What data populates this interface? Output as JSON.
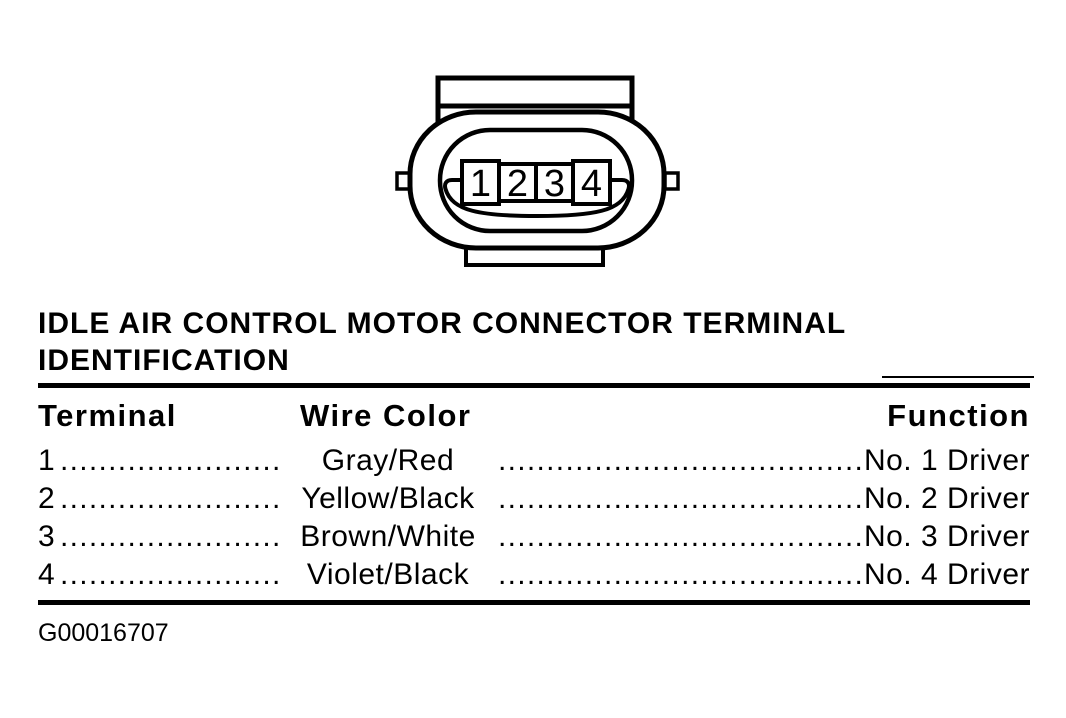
{
  "title": "IDLE AIR CONTROL MOTOR CONNECTOR TERMINAL IDENTIFICATION",
  "connector": {
    "terminals": [
      "1",
      "2",
      "3",
      "4"
    ]
  },
  "table": {
    "leader": "................................................................................",
    "headers": {
      "terminal": "Terminal",
      "wire_color": "Wire Color",
      "function": "Function"
    },
    "rows": [
      {
        "terminal": "1",
        "wire_color": "Gray/Red",
        "function": "No. 1 Driver"
      },
      {
        "terminal": "2",
        "wire_color": "Yellow/Black",
        "function": "No. 2 Driver"
      },
      {
        "terminal": "3",
        "wire_color": "Brown/White",
        "function": "No. 3 Driver"
      },
      {
        "terminal": "4",
        "wire_color": "Violet/Black",
        "function": "No. 4 Driver"
      }
    ]
  },
  "figure_id": "G00016707"
}
